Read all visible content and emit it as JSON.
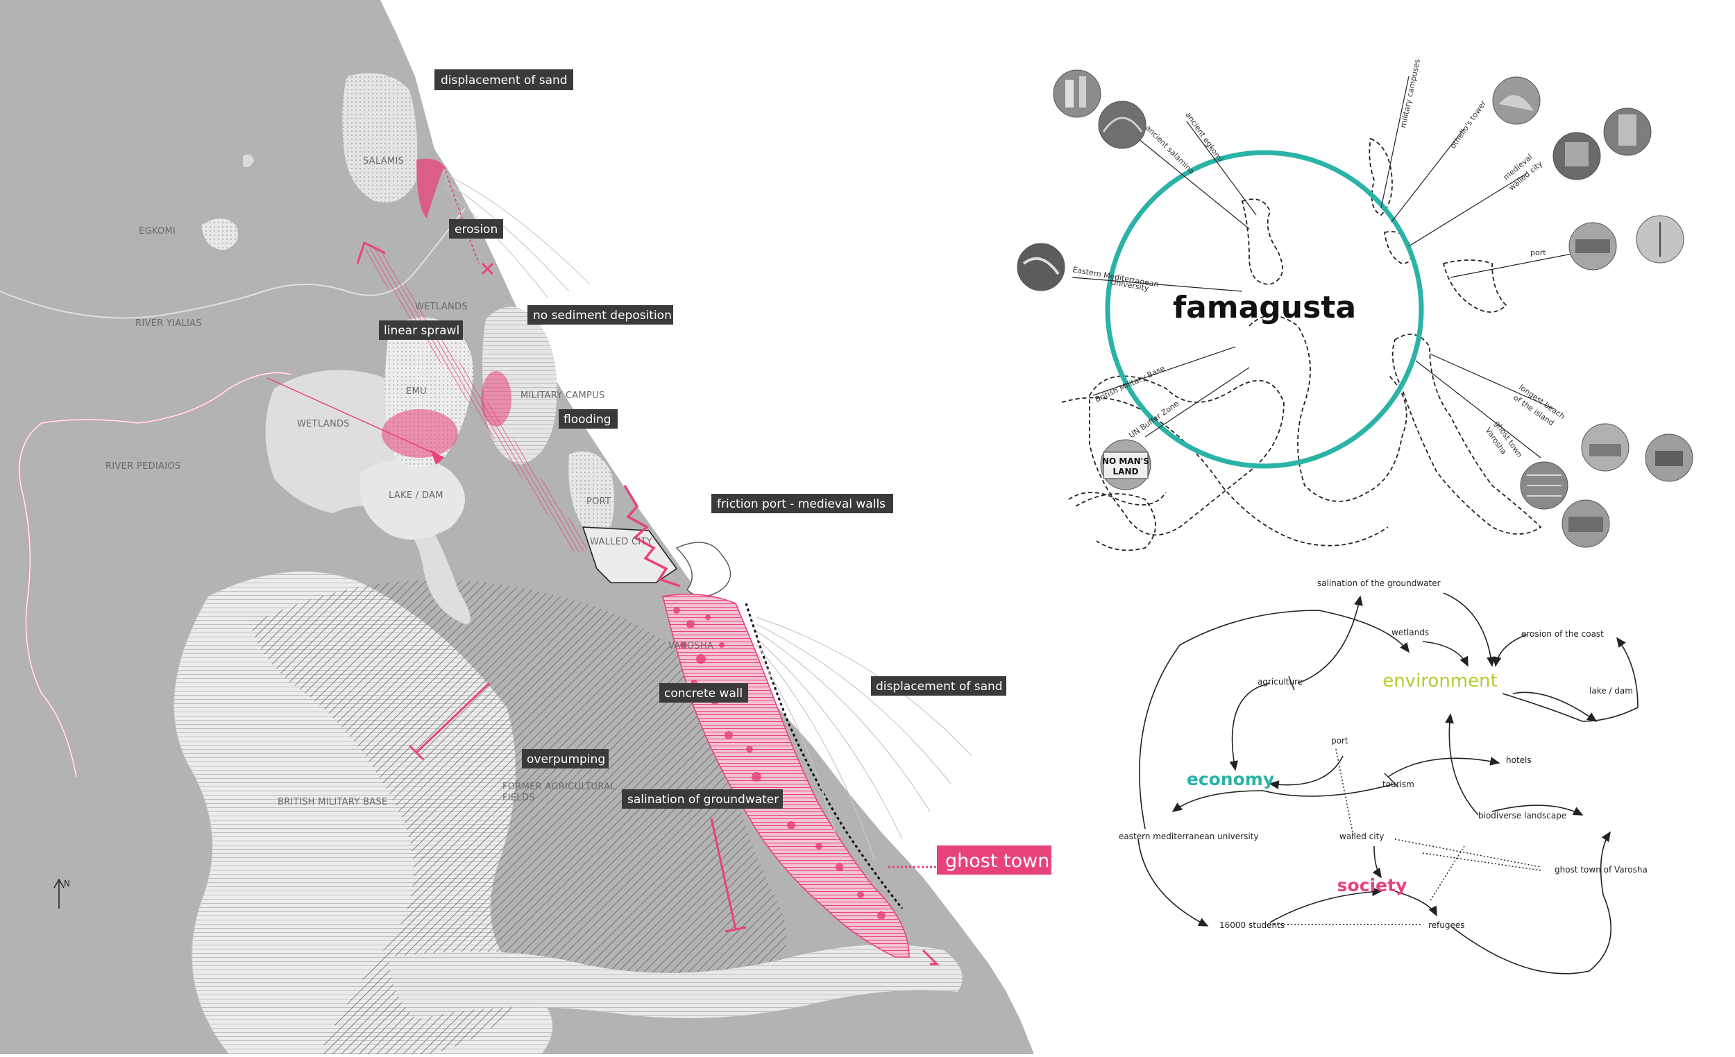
{
  "map": {
    "places": {
      "salamis": "SALAMIS",
      "egkomi": "EGKOMI",
      "river_yialias": "RIVER YIALIAS",
      "wetlands_north": "WETLANDS",
      "emu": "EMU",
      "military_campus": "MILITARY CAMPUS",
      "wetlands_west": "WETLANDS",
      "river_pediaios": "RIVER PEDIAIOS",
      "lake_dam": "LAKE / DAM",
      "port": "PORT",
      "walled_city": "WALLED CITY",
      "varosha": "VAROSHA",
      "former_fields_1": "FORMER AGRICULTURAL",
      "former_fields_2": "FIELDS",
      "british_base": "BRITISH MILITARY BASE"
    },
    "tags": {
      "displacement_sand_top": "displacement of sand",
      "erosion": "erosion",
      "no_sediment": "no sediment deposition",
      "linear_sprawl": "linear sprawl",
      "flooding": "flooding",
      "friction_port": "friction port - medieval walls",
      "displacement_sand_right": "displacement of sand",
      "concrete_wall": "concrete wall",
      "overpumping": "overpumping",
      "salination": "salination of groundwater",
      "ghost_town": "ghost town"
    },
    "north": "N",
    "colors": {
      "land": "#b3b3b3",
      "sea": "#ffffff",
      "accent": "#e8427c",
      "label_bg": "#3a3a3a"
    }
  },
  "diagram": {
    "title": "famagusta",
    "ring_color": "#2ab3a6",
    "labels": {
      "ancient_egkomi": "ancient egkomi",
      "ancient_salamina": "ancient salamina",
      "military_campuses": "military campuses",
      "othellos_tower": "othello's tower",
      "medieval_1": "medieval",
      "medieval_2": "walled city",
      "port": "port",
      "emu_1": "Eastern Mediterranean",
      "emu_2": "University",
      "british_base": "British Military Base",
      "un_buffer": "UN Buffer Zone",
      "longest_beach_1": "longest beach",
      "longest_beach_2": "of the island",
      "ghost_town_1": "ghost town",
      "ghost_town_2": "Varosha"
    },
    "photo_sign_1": "NO MAN'S",
    "photo_sign_2": "LAND"
  },
  "network": {
    "hubs": {
      "environment": "environment",
      "economy": "economy",
      "society": "society"
    },
    "hub_colors": {
      "environment": "#b5cc2e",
      "economy": "#2ab3a6",
      "society": "#e8427c"
    },
    "nodes": {
      "salination": "salination of the groundwater",
      "wetlands": "wetlands",
      "erosion": "erosion of the coast",
      "agriculture": "agriculture",
      "lake_dam": "lake / dam",
      "port": "port",
      "hotels": "hotels",
      "tourism": "tourism",
      "emu": "eastern mediterranean university",
      "walled_city": "walled city",
      "biodiverse": "biodiverse landscape",
      "ghost_town": "ghost town of Varosha",
      "students": "16000 students",
      "refugees": "refugees"
    }
  }
}
